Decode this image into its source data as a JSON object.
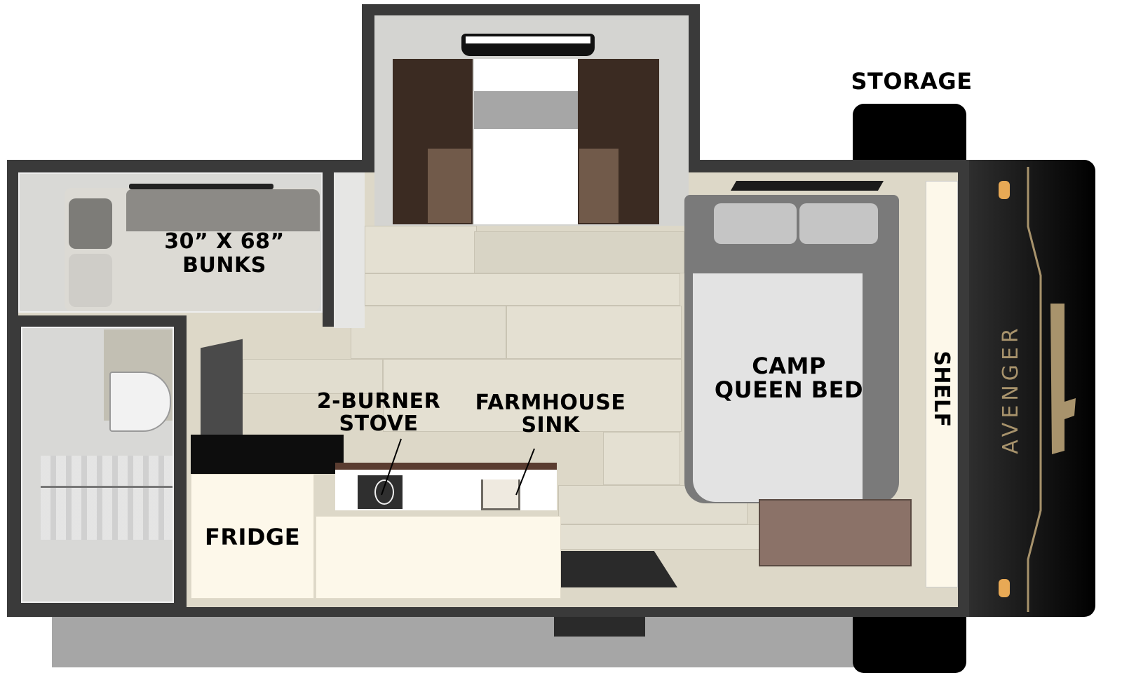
{
  "floorplan": {
    "brand": "AVENGER",
    "colors": {
      "wall": "#3a3a3a",
      "floor": "#ddd8c8",
      "interior_wall": "#d9d9d6",
      "cabinet": "#fdf8ea",
      "dinette_brown": "#3b2b22",
      "cushion_tan": "#715a4a",
      "bed_gray": "#7a7a7a",
      "mattress": "#e3e3e3",
      "front_cap": "#111111",
      "accent_gold": "#a8936c",
      "marker_light": "#e8a955",
      "fender": "#000000",
      "label": "#000000"
    },
    "labels": {
      "bunks_line1": "30” X 68”",
      "bunks_line2": "BUNKS",
      "storage": "STORAGE",
      "stove_line1": "2-BURNER",
      "stove_line2": "STOVE",
      "sink_line1": "FARMHOUSE",
      "sink_line2": "SINK",
      "bed_line1": "CAMP",
      "bed_line2": "QUEEN BED",
      "shelf": "SHELF",
      "fridge": "FRIDGE"
    }
  }
}
